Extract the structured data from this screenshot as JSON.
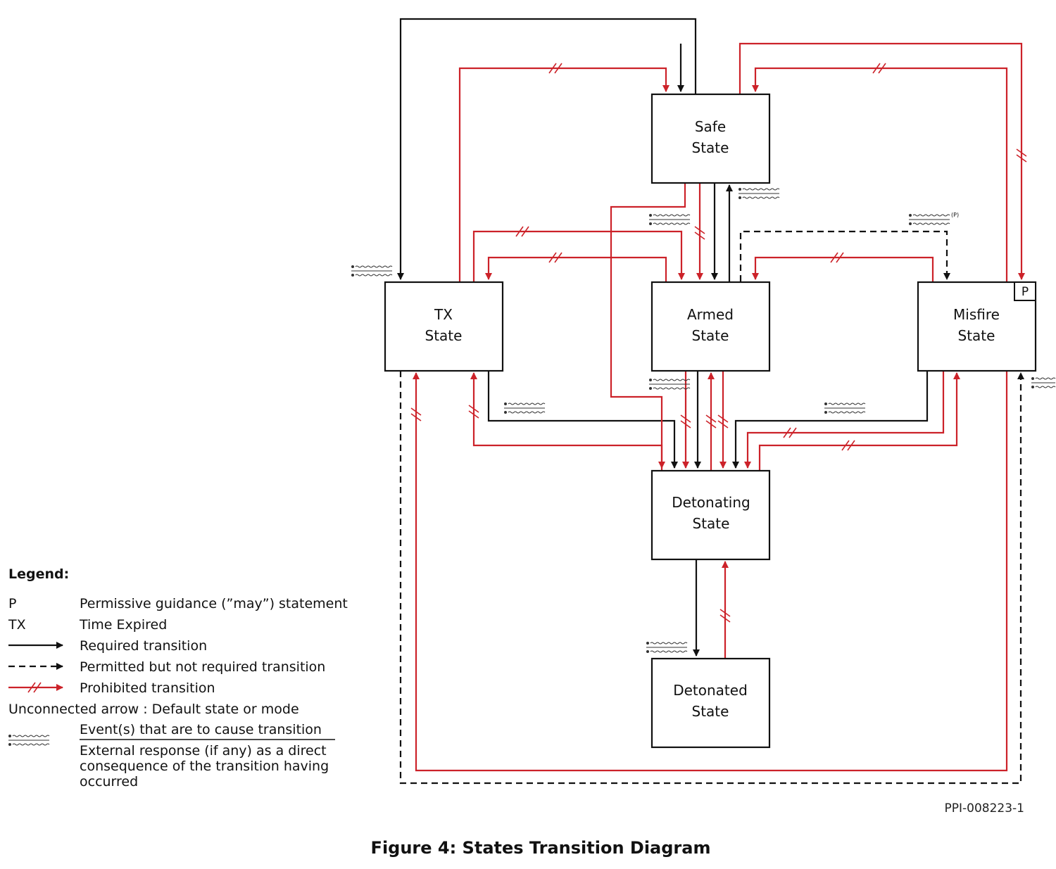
{
  "states": {
    "safe": {
      "line1": "Safe",
      "line2": "State"
    },
    "tx": {
      "line1": "TX",
      "line2": "State"
    },
    "armed": {
      "line1": "Armed",
      "line2": "State"
    },
    "misfire": {
      "line1": "Misfire",
      "line2": "State",
      "badge": "P"
    },
    "detonating": {
      "line1": "Detonating",
      "line2": "State"
    },
    "detonated": {
      "line1": "Detonated",
      "line2": "State"
    }
  },
  "annotations": {
    "misfire_event_suffix": "(P)"
  },
  "legend": {
    "title": "Legend:",
    "p_key": "P",
    "p_desc": "Permissive guidance (”may”) statement",
    "tx_key": "TX",
    "tx_desc": "Time Expired",
    "required": "Required transition",
    "permitted": "Permitted but not required transition",
    "prohibited": "Prohibited transition",
    "unconnected": "Unconnected arrow : Default state or mode",
    "event_line": "Event(s) that are to cause transition",
    "response_line1": "External response (if any) as a direct",
    "response_line2": "consequence of the transition having",
    "response_line3": "occurred"
  },
  "code": "PPI-008223-1",
  "caption": "Figure 4: States Transition Diagram",
  "colors": {
    "required": "#111111",
    "prohibited": "#cc2229",
    "box_border": "#111111"
  }
}
